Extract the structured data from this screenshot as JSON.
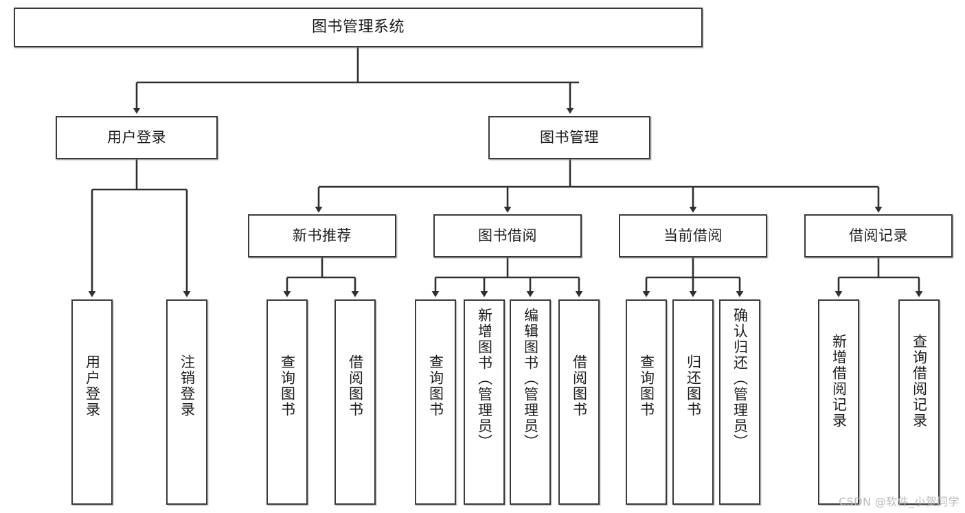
{
  "diagram": {
    "title": "图书管理系统",
    "type": "tree",
    "watermark": "CSDN @软件_小贺同学",
    "colors": {
      "box_border": "#3a3a3a",
      "box_fill": "#ffffff",
      "line": "#2f2f2f",
      "text": "#1b1b1b",
      "watermark": "#b9b9b9",
      "page_background": "#ffffff"
    },
    "root": {
      "label": "图书管理系统",
      "orientation": "horizontal"
    },
    "level2": [
      {
        "label": "用户登录",
        "orientation": "horizontal"
      },
      {
        "label": "图书管理",
        "orientation": "horizontal"
      }
    ],
    "level3": [
      {
        "label": "新书推荐",
        "orientation": "horizontal",
        "parent": "图书管理"
      },
      {
        "label": "图书借阅",
        "orientation": "horizontal",
        "parent": "图书管理"
      },
      {
        "label": "当前借阅",
        "orientation": "horizontal",
        "parent": "图书管理"
      },
      {
        "label": "借阅记录",
        "orientation": "horizontal",
        "parent": "图书管理"
      }
    ],
    "leaves": {
      "user_login": [
        {
          "label": "用户登录",
          "orientation": "vertical"
        },
        {
          "label": "注销登录",
          "orientation": "vertical"
        }
      ],
      "new_book_recommend": [
        {
          "label": "查询图书",
          "orientation": "vertical"
        },
        {
          "label": "借阅图书",
          "orientation": "vertical"
        }
      ],
      "book_borrow": [
        {
          "label": "查询图书",
          "orientation": "vertical"
        },
        {
          "label": "新增图书（管理员）",
          "orientation": "vertical"
        },
        {
          "label": "编辑图书（管理员）",
          "orientation": "vertical"
        },
        {
          "label": "借阅图书",
          "orientation": "vertical"
        }
      ],
      "current_borrow": [
        {
          "label": "查询图书",
          "orientation": "vertical"
        },
        {
          "label": "归还图书",
          "orientation": "vertical"
        },
        {
          "label": "确认归还（管理员）",
          "orientation": "vertical"
        }
      ],
      "borrow_record": [
        {
          "label": "新增借阅记录",
          "orientation": "vertical"
        },
        {
          "label": "查询借阅记录",
          "orientation": "vertical"
        }
      ]
    }
  }
}
